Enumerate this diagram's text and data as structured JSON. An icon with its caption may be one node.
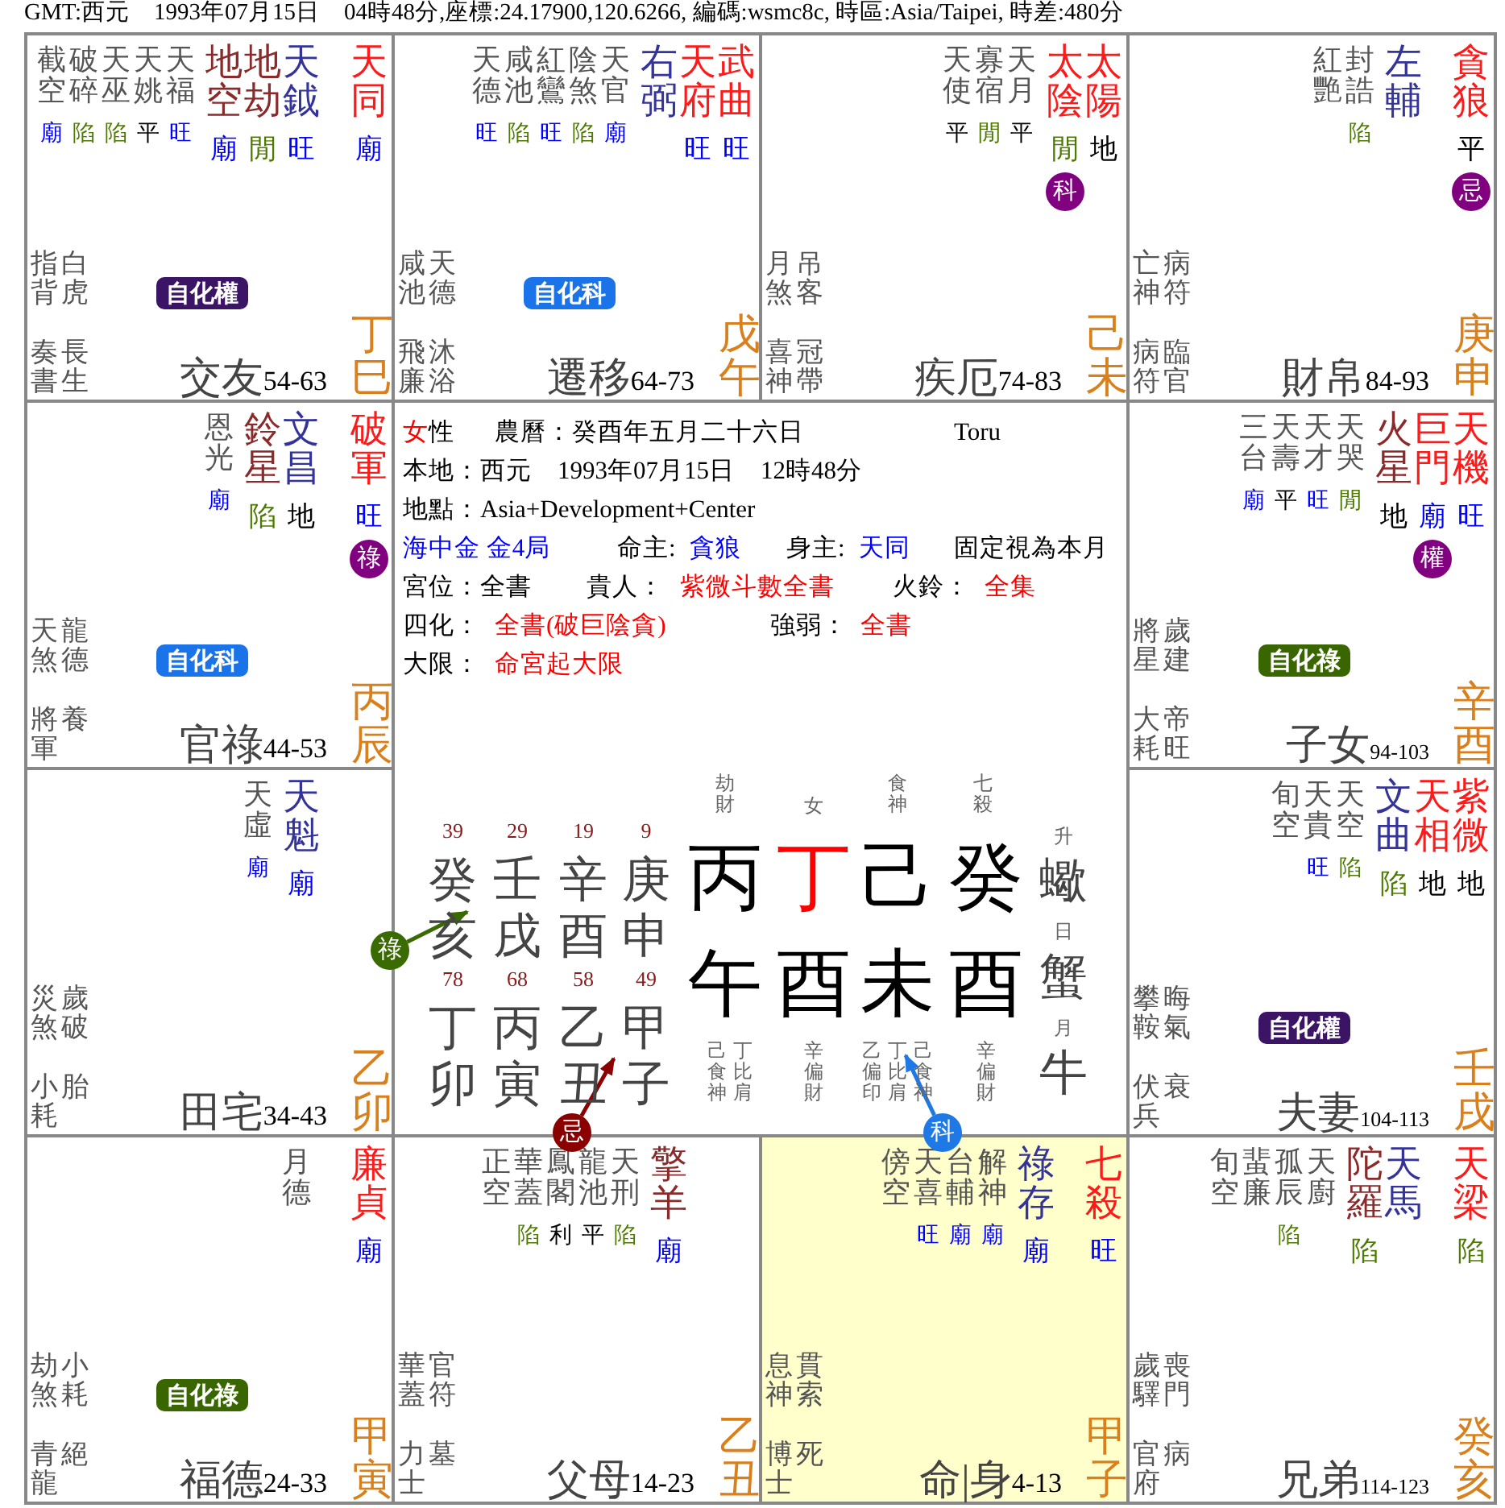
{
  "diagram": {
    "title": "GMT:西元　1993年07月15日　04時48分,座標:24.17900,120.6266, 編碼:wsmc8c, 時區:Asia/Taipei, 時差:480分",
    "nodes": [
      {
        "text": [
          "天同",
          "廟",
          "天鉞",
          "旺",
          "地劫",
          "閒",
          "地空",
          "廟",
          "天福",
          "旺",
          "天姚",
          "平",
          "天巫",
          "陷",
          "破碎",
          "陷",
          "截空",
          "廟",
          "指背",
          "白虎",
          "奏書",
          "長生",
          "交友",
          "54-63",
          "丁巳"
        ]
      },
      {
        "text": [
          "自化權"
        ],
        "in": 0
      },
      {
        "text": [
          "武曲",
          "旺",
          "天府",
          "旺",
          "右弼",
          "天官",
          "廟",
          "陰煞",
          "陷",
          "紅鸞",
          "旺",
          "咸池",
          "陷",
          "天德",
          "旺",
          "咸池",
          "天德",
          "飛廉",
          "沐浴",
          "遷移",
          "64-73",
          "戊午"
        ]
      },
      {
        "text": [
          "自化科"
        ],
        "in": 2
      },
      {
        "text": [
          "太陽",
          "地",
          "太陰",
          "閒",
          "天月",
          "平",
          "寡宿",
          "閒",
          "天使",
          "平",
          "月煞",
          "吊客",
          "喜神",
          "冠帶",
          "疾厄",
          "74-83",
          "己未"
        ]
      },
      {
        "text": [
          "科"
        ],
        "in": 4
      },
      {
        "text": [
          "貪狼",
          "平",
          "左輔",
          "封誥",
          "陷",
          "紅艷",
          "亡神",
          "病符",
          "病符",
          "臨官",
          "財帛",
          "84-93",
          "庚申"
        ]
      },
      {
        "text": [
          "忌"
        ],
        "in": 6
      },
      {
        "text": [
          "破軍",
          "旺",
          "文昌",
          "地",
          "鈴星",
          "陷",
          "恩光",
          "廟",
          "天煞",
          "龍德",
          "將軍",
          "養",
          "官祿",
          "44-53",
          "丙辰"
        ]
      },
      {
        "text": [
          "祿"
        ],
        "in": 8
      },
      {
        "text": [
          "自化科"
        ],
        "in": 8
      },
      {
        "text": [
          "女",
          "性",
          "農曆：癸酉年五月二十六日",
          "Toru",
          "本地：西元　1993年07月15日　12時48分",
          "地點：Asia+Development+Center",
          "海中金 金4局",
          "命主:",
          "貪狼",
          "身主:",
          "天同",
          "固定視為本月",
          "宮位：全書",
          "貴人：",
          "紫微斗數全書",
          "火鈴：",
          "全集",
          "四化：",
          "全書(破巨陰貪)",
          "強弱：",
          "全書",
          "大限：",
          "命宮起大限"
        ]
      },
      {
        "text": [
          "天機",
          "旺",
          "巨門",
          "廟",
          "火星",
          "地",
          "天哭",
          "閒",
          "天才",
          "旺",
          "天壽",
          "平",
          "三台",
          "廟",
          "將星",
          "歲建",
          "大耗",
          "帝旺",
          "子女",
          "94-103",
          "辛酉"
        ]
      },
      {
        "text": [
          "權"
        ],
        "in": 12
      },
      {
        "text": [
          "自化祿"
        ],
        "in": 12
      },
      {
        "text": [
          "天魁",
          "廟",
          "天虛",
          "廟",
          "災煞",
          "歲破",
          "小耗",
          "胎",
          "田宅",
          "34-43",
          "乙卯"
        ]
      },
      {
        "text": [
          "祿"
        ]
      },
      {
        "text": [
          "紫微",
          "地",
          "天相",
          "地",
          "文曲",
          "陷",
          "天空",
          "陷",
          "天貴",
          "旺",
          "旬空",
          "攀鞍",
          "晦氣",
          "伏兵",
          "衰",
          "夫妻",
          "104-113",
          "壬戌"
        ]
      },
      {
        "text": [
          "自化權"
        ],
        "in": 17
      },
      {
        "text": [
          "忌"
        ]
      },
      {
        "text": [
          "科"
        ]
      },
      {
        "text": [
          "廉貞",
          "廟",
          "月德",
          "劫煞",
          "小耗",
          "青龍",
          "絕",
          "福德",
          "24-33",
          "甲寅"
        ]
      },
      {
        "text": [
          "自化祿"
        ],
        "in": 21
      },
      {
        "text": [
          "擎羊",
          "廟",
          "天刑",
          "陷",
          "龍池",
          "平",
          "鳳閣",
          "利",
          "華蓋",
          "陷",
          "正空",
          "華蓋",
          "官符",
          "力士",
          "墓",
          "父母",
          "14-23",
          "乙丑"
        ]
      },
      {
        "text": [
          "七殺",
          "旺",
          "祿存",
          "廟",
          "解神",
          "廟",
          "台輔",
          "廟",
          "天喜",
          "旺",
          "傍空",
          "息神",
          "貫索",
          "博士",
          "死",
          "命|身",
          "4-13",
          "甲子"
        ]
      },
      {
        "text": [
          "天梁",
          "陷",
          "天馬",
          "陀羅",
          "陷",
          "天廚",
          "孤辰",
          "陷",
          "蜚廉",
          "旬空",
          "歲驛",
          "喪門",
          "官府",
          "病",
          "兄弟",
          "114-123",
          "癸亥"
        ]
      }
    ],
    "edges": [
      {
        "from": 16,
        "to": 11,
        "arrow": "to",
        "color": "#3a6b00"
      },
      {
        "from": 19,
        "to": 11,
        "arrow": "to",
        "color": "#8b0000"
      },
      {
        "from": 20,
        "to": 11,
        "arrow": "to",
        "color": "#1e78e6"
      }
    ],
    "labels": [
      "39",
      "29",
      "19",
      "9",
      "癸亥",
      "壬戌",
      "辛酉",
      "庚申",
      "78",
      "68",
      "58",
      "49",
      "丁卯",
      "丙寅",
      "乙丑",
      "甲子",
      "劫財",
      "女",
      "食神",
      "七殺",
      "丙",
      "丁",
      "己",
      "癸",
      "升",
      "蠍",
      "日",
      "蟹",
      "月",
      "牛",
      "午",
      "酉",
      "未",
      "酉",
      "己食神",
      "丁比肩",
      "辛偏財",
      "乙偏印",
      "丁比肩",
      "己食神",
      "辛偏財"
    ]
  }
}
